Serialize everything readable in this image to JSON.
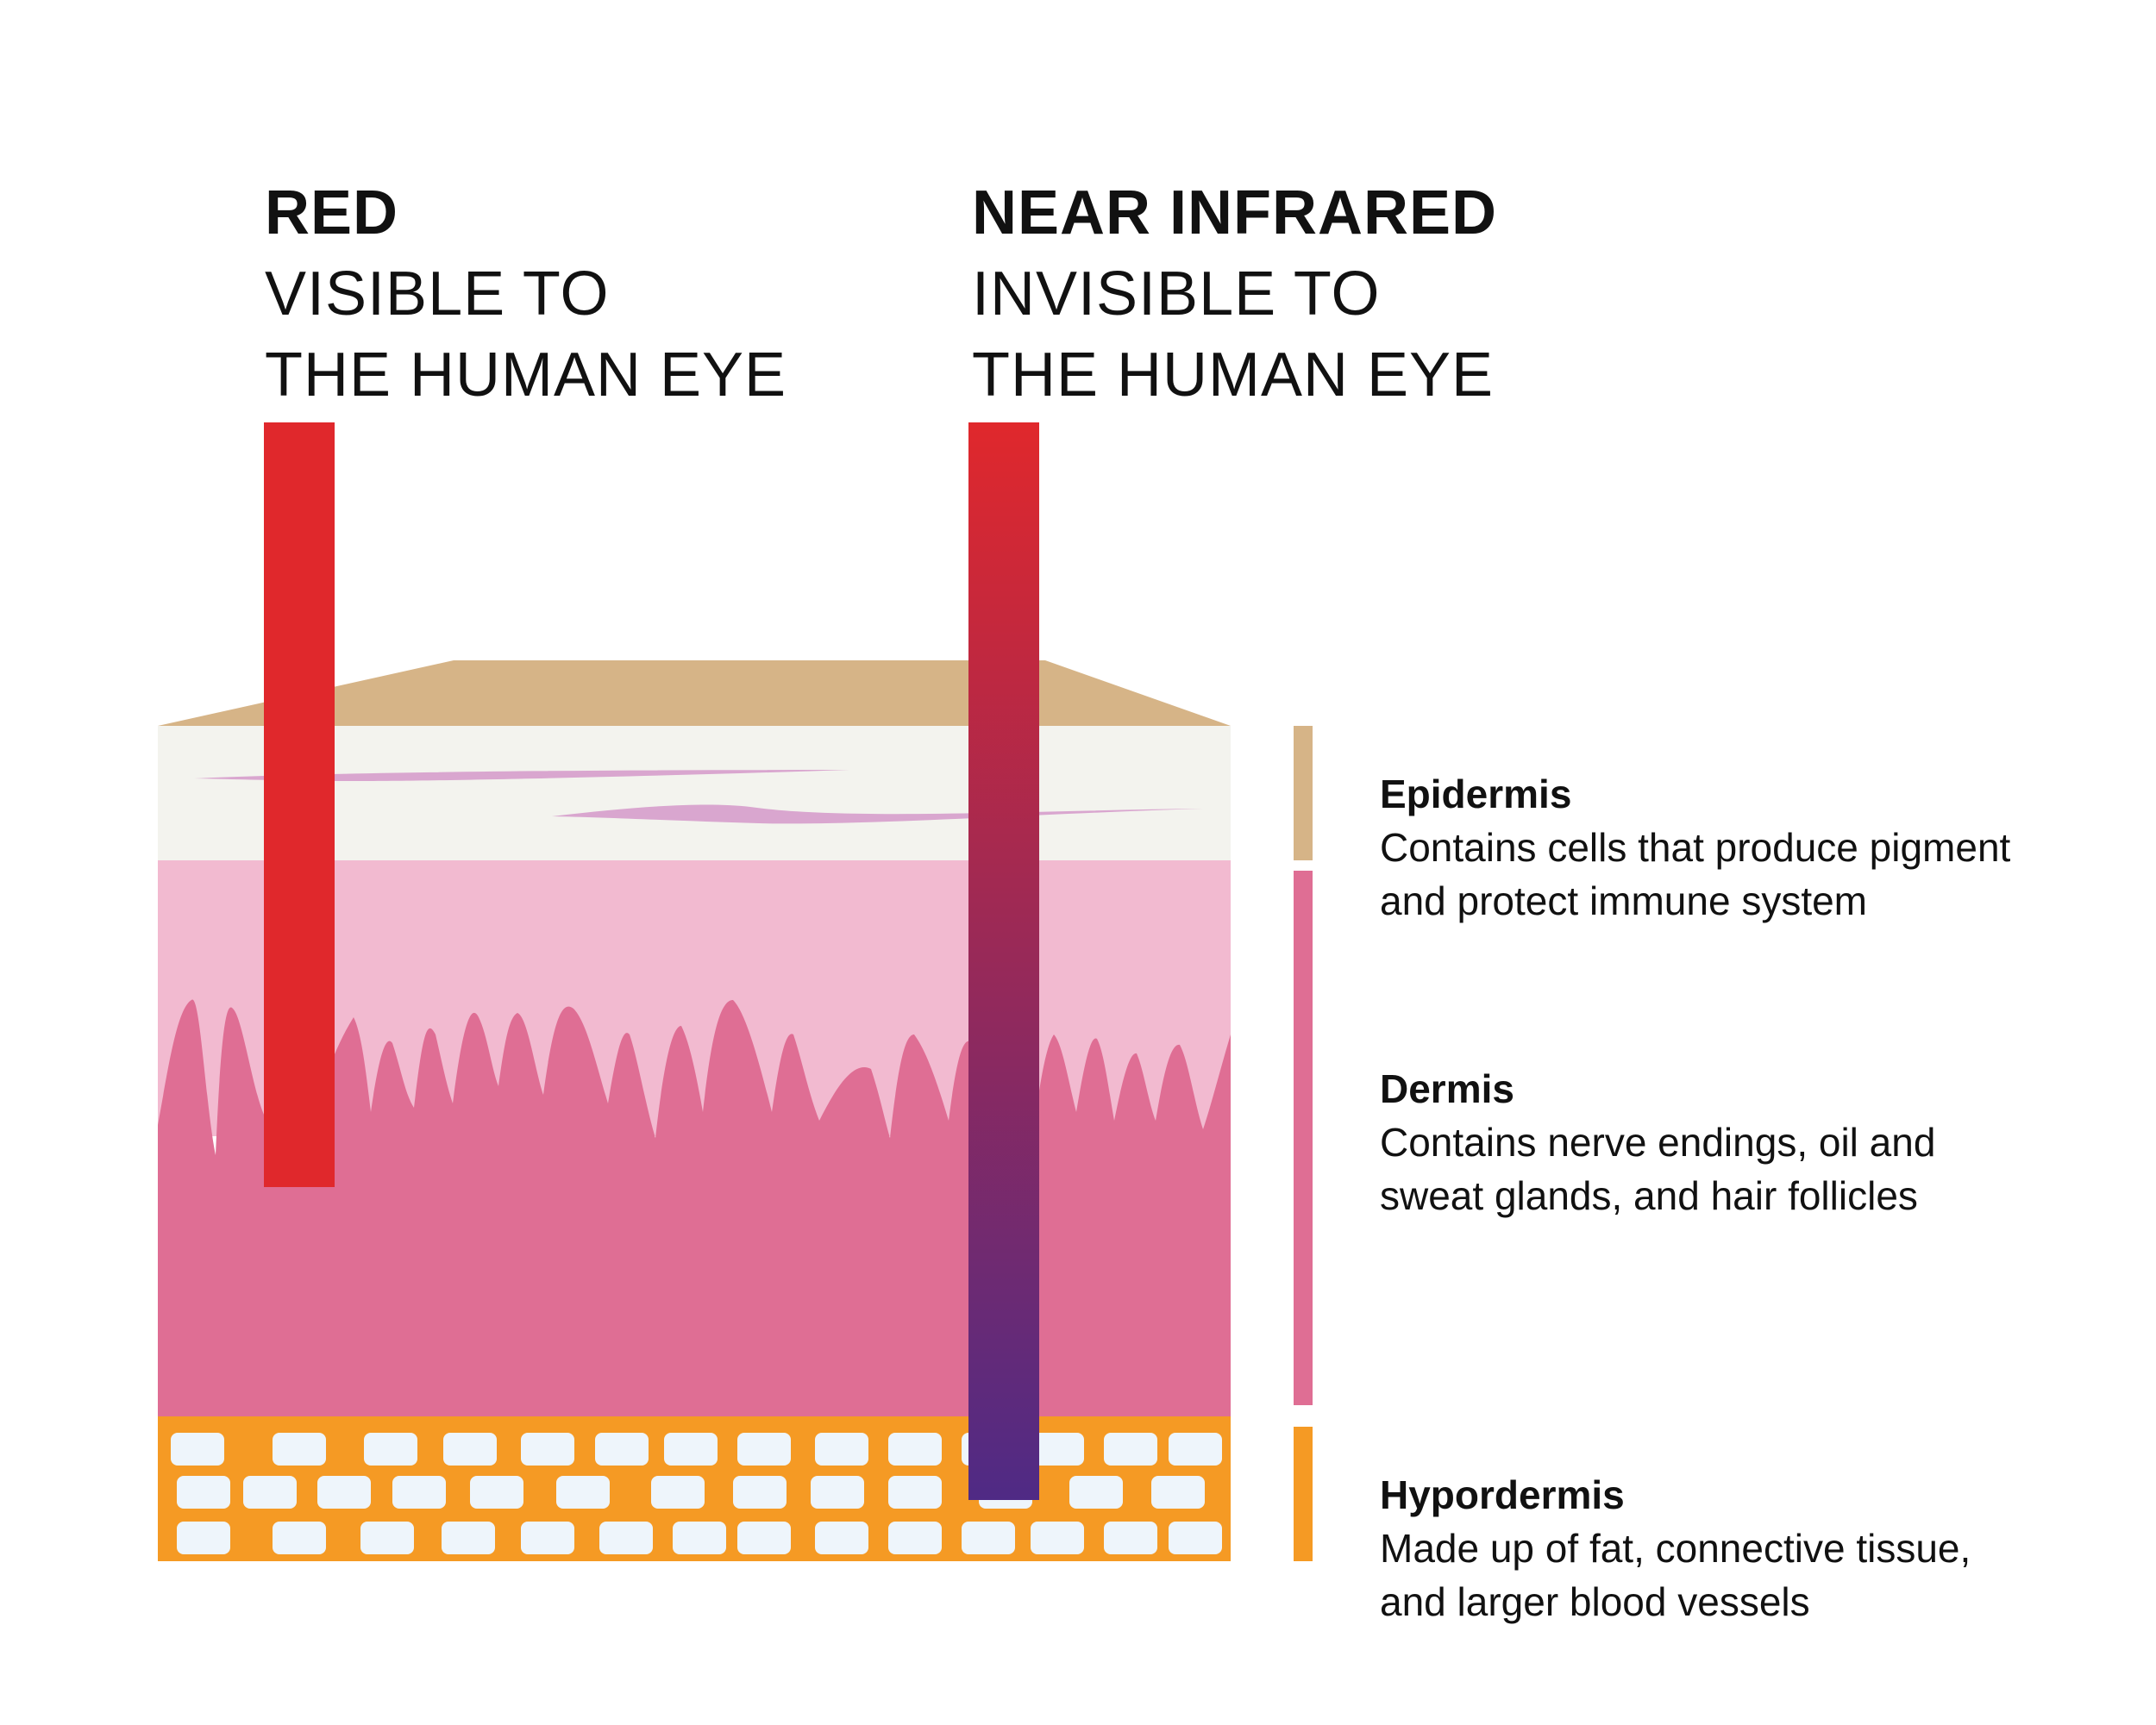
{
  "headings": {
    "red": {
      "title": "RED",
      "line1": "VISIBLE TO",
      "line2": "THE HUMAN EYE"
    },
    "near_infrared": {
      "title": "NEAR INFRARED",
      "line1": "INVISIBLE TO",
      "line2": "THE HUMAN EYE"
    }
  },
  "layers": [
    {
      "title": "Epidermis",
      "desc1": "Contains cells that produce pigment",
      "desc2": "and protect immune system"
    },
    {
      "title": "Dermis",
      "desc1": "Contains nerve endings, oil and",
      "desc2": "sweat glands, and hair follicles"
    },
    {
      "title": "Hypordermis",
      "desc1": "Made up of fat, connective tissue,",
      "desc2": "and larger blood vessels"
    }
  ],
  "colors": {
    "red_beam": "#e0282c",
    "nir_top": "#e0282c",
    "nir_bottom": "#4f2a85",
    "skin_top": "#d6b487",
    "epidermis": "#f3f3ee",
    "epidermis_streak": "#d9a6cf",
    "dermis_light": "#f2bad0",
    "dermis": "#df6e94",
    "hypodermis": "#f59a24",
    "fat_cell": "#eef5fb"
  }
}
